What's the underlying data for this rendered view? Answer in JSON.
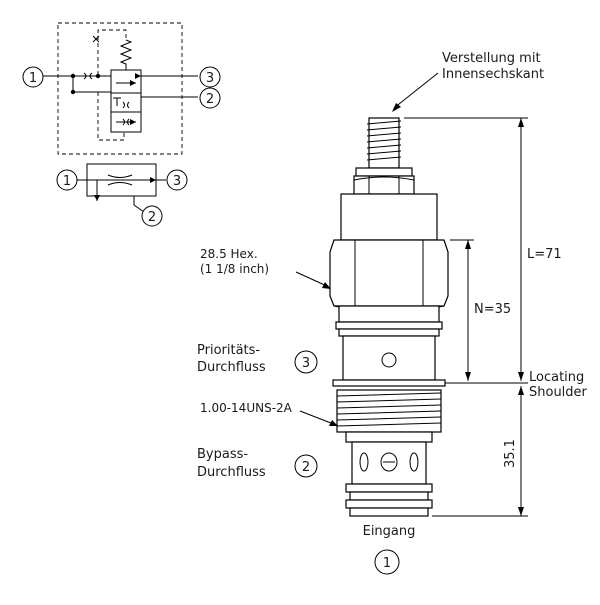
{
  "adjustment_label": {
    "line1": "Verstellung mit",
    "line2": "Innensechskant"
  },
  "hex_label": {
    "line1": "28.5 Hex.",
    "line2": "(1 1/8 inch)"
  },
  "thread_label": "1.00-14UNS-2A",
  "priority_label": {
    "line1": "Prioritäts-",
    "line2": "Durchfluss"
  },
  "bypass_label": {
    "line1": "Bypass-",
    "line2": "Durchfluss"
  },
  "inlet_label": "Eingang",
  "locating_label": {
    "line1": "Locating",
    "line2": "Shoulder"
  },
  "dimensions": {
    "length": "L=71",
    "n": "N=35",
    "lower": "35.1"
  },
  "ports": {
    "inlet": "1",
    "bypass": "2",
    "priority": "3"
  }
}
